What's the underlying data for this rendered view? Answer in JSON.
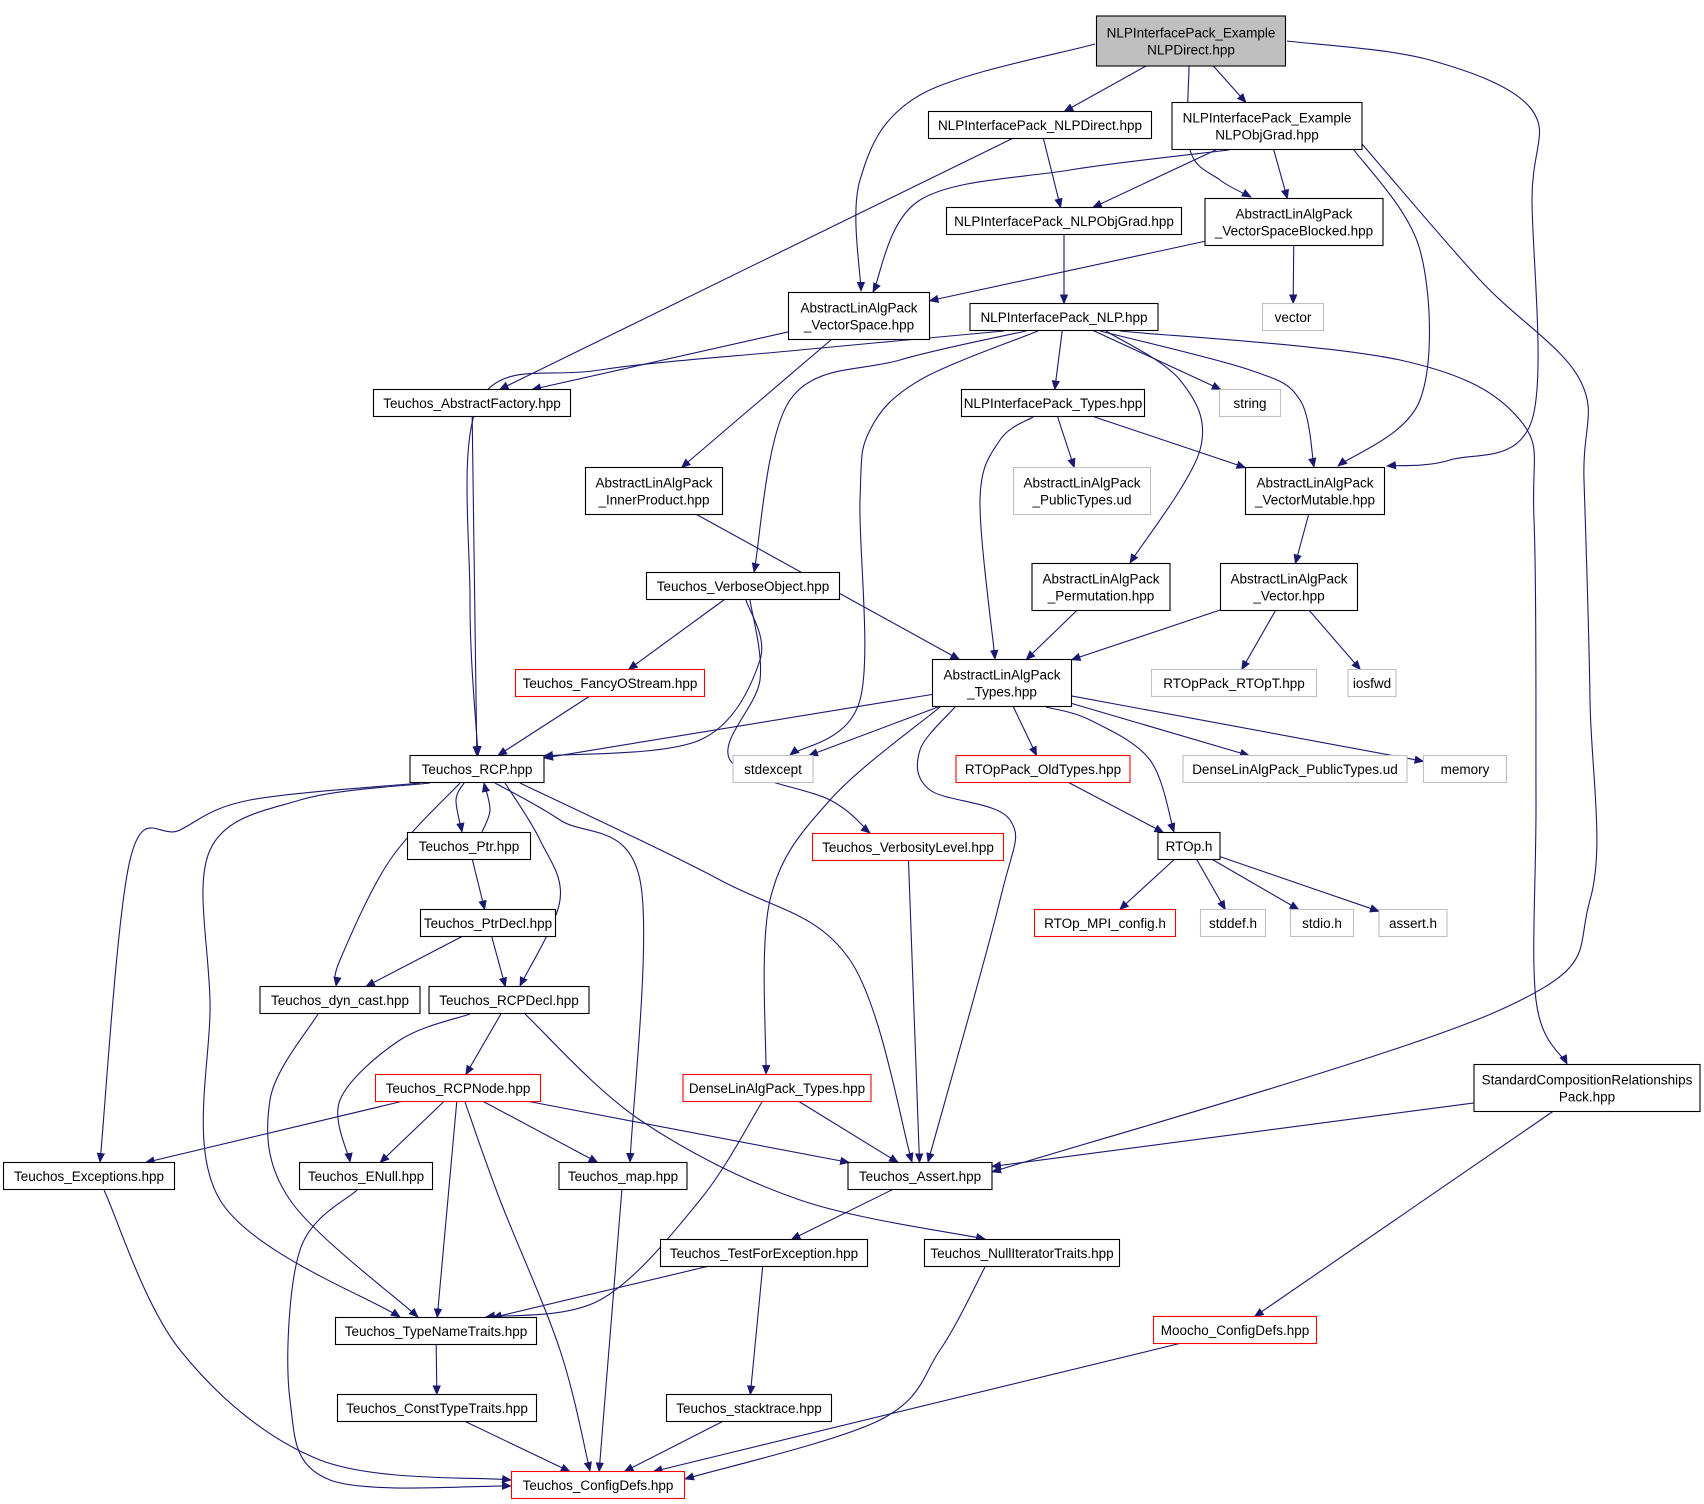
{
  "colors": {
    "edge": "#191970",
    "border_normal": "#000000",
    "border_missing": "#bfbfbf",
    "border_truncated": "#ff0000",
    "fill_root": "#bfbfbf",
    "fill_normal": "#ffffff"
  },
  "nodes": [
    {
      "id": "root",
      "lines": [
        "NLPInterfacePack_Example",
        "NLPDirect.hpp"
      ],
      "kind": "root"
    },
    {
      "id": "nlpdirect",
      "lines": [
        "NLPInterfacePack_NLPDirect.hpp"
      ],
      "kind": "normal"
    },
    {
      "id": "ex_objgrad",
      "lines": [
        "NLPInterfacePack_Example",
        "NLPObjGrad.hpp"
      ],
      "kind": "normal"
    },
    {
      "id": "nlpobjgrad",
      "lines": [
        "NLPInterfacePack_NLPObjGrad.hpp"
      ],
      "kind": "normal"
    },
    {
      "id": "vsblocked",
      "lines": [
        "AbstractLinAlgPack",
        "_VectorSpaceBlocked.hpp"
      ],
      "kind": "normal"
    },
    {
      "id": "vectorspace",
      "lines": [
        "AbstractLinAlgPack",
        "_VectorSpace.hpp"
      ],
      "kind": "normal"
    },
    {
      "id": "nlp",
      "lines": [
        "NLPInterfacePack_NLP.hpp"
      ],
      "kind": "normal"
    },
    {
      "id": "vector_std",
      "lines": [
        "vector"
      ],
      "kind": "missing"
    },
    {
      "id": "absfactory",
      "lines": [
        "Teuchos_AbstractFactory.hpp"
      ],
      "kind": "normal"
    },
    {
      "id": "nlptypes",
      "lines": [
        "NLPInterfacePack_Types.hpp"
      ],
      "kind": "normal"
    },
    {
      "id": "string_std",
      "lines": [
        "string"
      ],
      "kind": "missing"
    },
    {
      "id": "innerprod",
      "lines": [
        "AbstractLinAlgPack",
        "_InnerProduct.hpp"
      ],
      "kind": "normal"
    },
    {
      "id": "pubtypes",
      "lines": [
        "AbstractLinAlgPack",
        "_PublicTypes.ud"
      ],
      "kind": "missing"
    },
    {
      "id": "vecmutable",
      "lines": [
        "AbstractLinAlgPack",
        "_VectorMutable.hpp"
      ],
      "kind": "normal"
    },
    {
      "id": "verboseobj",
      "lines": [
        "Teuchos_VerboseObject.hpp"
      ],
      "kind": "normal"
    },
    {
      "id": "permutation",
      "lines": [
        "AbstractLinAlgPack",
        "_Permutation.hpp"
      ],
      "kind": "normal"
    },
    {
      "id": "vector_h",
      "lines": [
        "AbstractLinAlgPack",
        "_Vector.hpp"
      ],
      "kind": "normal"
    },
    {
      "id": "fancyostream",
      "lines": [
        "Teuchos_FancyOStream.hpp"
      ],
      "kind": "truncated"
    },
    {
      "id": "alptypes",
      "lines": [
        "AbstractLinAlgPack",
        "_Types.hpp"
      ],
      "kind": "normal"
    },
    {
      "id": "rtopt",
      "lines": [
        "RTOpPack_RTOpT.hpp"
      ],
      "kind": "missing"
    },
    {
      "id": "iosfwd",
      "lines": [
        "iosfwd"
      ],
      "kind": "missing"
    },
    {
      "id": "rcp",
      "lines": [
        "Teuchos_RCP.hpp"
      ],
      "kind": "normal"
    },
    {
      "id": "stdexcept",
      "lines": [
        "stdexcept"
      ],
      "kind": "missing"
    },
    {
      "id": "oldtypes",
      "lines": [
        "RTOpPack_OldTypes.hpp"
      ],
      "kind": "truncated"
    },
    {
      "id": "dlapubtypes",
      "lines": [
        "DenseLinAlgPack_PublicTypes.ud"
      ],
      "kind": "missing"
    },
    {
      "id": "memory",
      "lines": [
        "memory"
      ],
      "kind": "missing"
    },
    {
      "id": "ptr",
      "lines": [
        "Teuchos_Ptr.hpp"
      ],
      "kind": "normal"
    },
    {
      "id": "verbositylevel",
      "lines": [
        "Teuchos_VerbosityLevel.hpp"
      ],
      "kind": "truncated"
    },
    {
      "id": "rtop_h",
      "lines": [
        "RTOp.h"
      ],
      "kind": "normal"
    },
    {
      "id": "ptrdecl",
      "lines": [
        "Teuchos_PtrDecl.hpp"
      ],
      "kind": "normal"
    },
    {
      "id": "mpiconfig",
      "lines": [
        "RTOp_MPI_config.h"
      ],
      "kind": "truncated"
    },
    {
      "id": "stddef",
      "lines": [
        "stddef.h"
      ],
      "kind": "missing"
    },
    {
      "id": "stdio",
      "lines": [
        "stdio.h"
      ],
      "kind": "missing"
    },
    {
      "id": "assert_h",
      "lines": [
        "assert.h"
      ],
      "kind": "missing"
    },
    {
      "id": "dyncast",
      "lines": [
        "Teuchos_dyn_cast.hpp"
      ],
      "kind": "normal"
    },
    {
      "id": "rcpdecl",
      "lines": [
        "Teuchos_RCPDecl.hpp"
      ],
      "kind": "normal"
    },
    {
      "id": "rcpnode",
      "lines": [
        "Teuchos_RCPNode.hpp"
      ],
      "kind": "truncated"
    },
    {
      "id": "dlatypes",
      "lines": [
        "DenseLinAlgPack_Types.hpp"
      ],
      "kind": "truncated"
    },
    {
      "id": "stdcomp",
      "lines": [
        "StandardCompositionRelationships",
        "Pack.hpp"
      ],
      "kind": "normal"
    },
    {
      "id": "exceptions",
      "lines": [
        "Teuchos_Exceptions.hpp"
      ],
      "kind": "normal"
    },
    {
      "id": "enull",
      "lines": [
        "Teuchos_ENull.hpp"
      ],
      "kind": "normal"
    },
    {
      "id": "map",
      "lines": [
        "Teuchos_map.hpp"
      ],
      "kind": "normal"
    },
    {
      "id": "assert_hpp",
      "lines": [
        "Teuchos_Assert.hpp"
      ],
      "kind": "normal"
    },
    {
      "id": "testforexc",
      "lines": [
        "Teuchos_TestForException.hpp"
      ],
      "kind": "normal"
    },
    {
      "id": "nulliter",
      "lines": [
        "Teuchos_NullIteratorTraits.hpp"
      ],
      "kind": "normal"
    },
    {
      "id": "typename",
      "lines": [
        "Teuchos_TypeNameTraits.hpp"
      ],
      "kind": "normal"
    },
    {
      "id": "mooconfig",
      "lines": [
        "Moocho_ConfigDefs.hpp"
      ],
      "kind": "truncated"
    },
    {
      "id": "consttype",
      "lines": [
        "Teuchos_ConstTypeTraits.hpp"
      ],
      "kind": "normal"
    },
    {
      "id": "stacktrace",
      "lines": [
        "Teuchos_stacktrace.hpp"
      ],
      "kind": "normal"
    },
    {
      "id": "configdefs",
      "lines": [
        "Teuchos_ConfigDefs.hpp"
      ],
      "kind": "truncated"
    }
  ],
  "edges": [
    [
      "root",
      "nlpdirect"
    ],
    [
      "root",
      "ex_objgrad"
    ],
    [
      "root",
      "vsblocked"
    ],
    [
      "root",
      "vectorspace"
    ],
    [
      "root",
      "vecmutable"
    ],
    [
      "nlpdirect",
      "nlpobjgrad"
    ],
    [
      "nlpdirect",
      "absfactory"
    ],
    [
      "ex_objgrad",
      "nlpobjgrad"
    ],
    [
      "ex_objgrad",
      "vsblocked"
    ],
    [
      "ex_objgrad",
      "vectorspace"
    ],
    [
      "ex_objgrad",
      "vecmutable"
    ],
    [
      "ex_objgrad",
      "assert_hpp"
    ],
    [
      "nlpobjgrad",
      "nlp"
    ],
    [
      "vsblocked",
      "vectorspace"
    ],
    [
      "vsblocked",
      "vector_std"
    ],
    [
      "vectorspace",
      "absfactory"
    ],
    [
      "vectorspace",
      "innerprod"
    ],
    [
      "nlp",
      "nlptypes"
    ],
    [
      "nlp",
      "string_std"
    ],
    [
      "nlp",
      "vecmutable"
    ],
    [
      "nlp",
      "verboseobj"
    ],
    [
      "nlp",
      "permutation"
    ],
    [
      "nlp",
      "rcp"
    ],
    [
      "nlp",
      "stdexcept"
    ],
    [
      "nlp",
      "stdcomp"
    ],
    [
      "absfactory",
      "rcp"
    ],
    [
      "nlptypes",
      "pubtypes"
    ],
    [
      "nlptypes",
      "vecmutable"
    ],
    [
      "nlptypes",
      "alptypes"
    ],
    [
      "innerprod",
      "alptypes"
    ],
    [
      "vecmutable",
      "vector_h"
    ],
    [
      "verboseobj",
      "fancyostream"
    ],
    [
      "verboseobj",
      "rcp"
    ],
    [
      "verboseobj",
      "verbositylevel"
    ],
    [
      "permutation",
      "alptypes"
    ],
    [
      "vector_h",
      "alptypes"
    ],
    [
      "vector_h",
      "rtopt"
    ],
    [
      "vector_h",
      "iosfwd"
    ],
    [
      "fancyostream",
      "rcp"
    ],
    [
      "alptypes",
      "rcp"
    ],
    [
      "alptypes",
      "stdexcept"
    ],
    [
      "alptypes",
      "oldtypes"
    ],
    [
      "alptypes",
      "dlapubtypes"
    ],
    [
      "alptypes",
      "memory"
    ],
    [
      "alptypes",
      "rtop_h"
    ],
    [
      "alptypes",
      "dlatypes"
    ],
    [
      "alptypes",
      "assert_hpp"
    ],
    [
      "rcp",
      "ptr"
    ],
    [
      "rcp",
      "dyncast"
    ],
    [
      "rcp",
      "rcpdecl"
    ],
    [
      "rcp",
      "exceptions"
    ],
    [
      "rcp",
      "map"
    ],
    [
      "rcp",
      "assert_hpp"
    ],
    [
      "rcp",
      "typename"
    ],
    [
      "ptr",
      "rcp"
    ],
    [
      "ptr",
      "ptrdecl"
    ],
    [
      "oldtypes",
      "rtop_h"
    ],
    [
      "verbositylevel",
      "assert_hpp"
    ],
    [
      "rtop_h",
      "mpiconfig"
    ],
    [
      "rtop_h",
      "stddef"
    ],
    [
      "rtop_h",
      "stdio"
    ],
    [
      "rtop_h",
      "assert_h"
    ],
    [
      "ptrdecl",
      "dyncast"
    ],
    [
      "ptrdecl",
      "rcpdecl"
    ],
    [
      "dyncast",
      "typename"
    ],
    [
      "rcpdecl",
      "rcpnode"
    ],
    [
      "rcpdecl",
      "enull"
    ],
    [
      "rcpdecl",
      "nulliter"
    ],
    [
      "rcpnode",
      "exceptions"
    ],
    [
      "rcpnode",
      "enull"
    ],
    [
      "rcpnode",
      "map"
    ],
    [
      "rcpnode",
      "assert_hpp"
    ],
    [
      "rcpnode",
      "typename"
    ],
    [
      "rcpnode",
      "configdefs"
    ],
    [
      "dlatypes",
      "assert_hpp"
    ],
    [
      "dlatypes",
      "typename"
    ],
    [
      "stdcomp",
      "assert_hpp"
    ],
    [
      "stdcomp",
      "mooconfig"
    ],
    [
      "exceptions",
      "configdefs"
    ],
    [
      "enull",
      "configdefs"
    ],
    [
      "map",
      "configdefs"
    ],
    [
      "assert_hpp",
      "testforexc"
    ],
    [
      "testforexc",
      "typename"
    ],
    [
      "testforexc",
      "stacktrace"
    ],
    [
      "nulliter",
      "configdefs"
    ],
    [
      "typename",
      "consttype"
    ],
    [
      "mooconfig",
      "configdefs"
    ],
    [
      "consttype",
      "configdefs"
    ],
    [
      "stacktrace",
      "configdefs"
    ]
  ]
}
